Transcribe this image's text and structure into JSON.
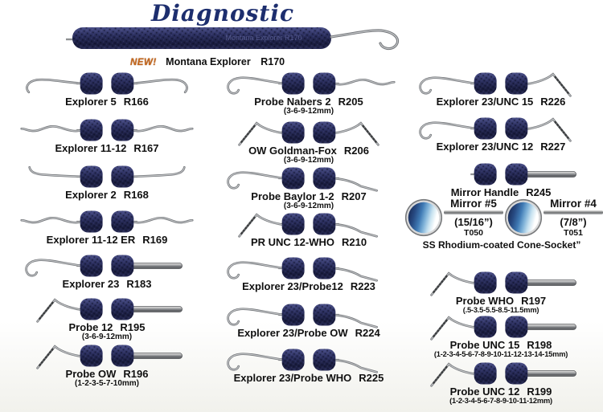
{
  "page": {
    "title": "Diagnostic"
  },
  "colors": {
    "handle_navy": "#2b2f5e",
    "steel": "#8f9193",
    "label_text": "#101010",
    "new_badge_orange": "#c4671d",
    "title_navy": "#1d2e6e",
    "mirror_blue": "#3f7ab4"
  },
  "featured": {
    "badge": "NEW!",
    "name": "Montana Explorer",
    "sku": "R170",
    "engraving": "Montana Explorer  R170"
  },
  "columns": {
    "left": [
      {
        "name": "Explorer 5",
        "sku": "R166",
        "left_tip": "hook",
        "right_tip": "hook"
      },
      {
        "name": "Explorer 11-12",
        "sku": "R167",
        "left_tip": "scurve",
        "right_tip": "scurve"
      },
      {
        "name": "Explorer 2",
        "sku": "R168",
        "left_tip": "smallhook",
        "right_tip": "smallhook"
      },
      {
        "name": "Explorer 11-12 ER",
        "sku": "R169",
        "left_tip": "scurve",
        "right_tip": "scurve"
      },
      {
        "name": "Explorer 23",
        "sku": "R183",
        "left_tip": "shepherd",
        "right_tip": "rod"
      },
      {
        "name": "Probe 12",
        "sku": "R195",
        "measure": "(3-6-9-12mm)",
        "left_tip": "probe",
        "right_tip": "rod"
      },
      {
        "name": "Probe OW",
        "sku": "R196",
        "measure": "(1-2-3-5-7-10mm)",
        "left_tip": "probe",
        "right_tip": "rod"
      }
    ],
    "middle": [
      {
        "name": "Probe Nabers 2",
        "sku": "R205",
        "measure": "(3-6-9-12mm)",
        "left_tip": "shepherd",
        "right_tip": "scurve"
      },
      {
        "name": "OW Goldman-Fox",
        "sku": "R206",
        "measure": "(3-6-9-12mm)",
        "left_tip": "probe",
        "right_tip": "probe"
      },
      {
        "name": "Probe Baylor 1-2",
        "sku": "R207",
        "measure": "(3-6-9-12mm)",
        "left_tip": "shepherd",
        "right_tip": "bent"
      },
      {
        "name": "PR UNC 12-WHO",
        "sku": "R210",
        "left_tip": "probe",
        "right_tip": "bent"
      },
      {
        "name": "Explorer 23/Probe12",
        "sku": "R223",
        "left_tip": "shepherd",
        "right_tip": "bent"
      },
      {
        "name": "Explorer 23/Probe OW",
        "sku": "R224",
        "left_tip": "shepherd",
        "right_tip": "bent"
      },
      {
        "name": "Explorer 23/Probe WHO",
        "sku": "R225",
        "left_tip": "shepherd",
        "right_tip": "bent"
      }
    ],
    "right": [
      {
        "name": "Explorer 23/UNC 15",
        "sku": "R226",
        "left_tip": "shepherd",
        "right_tip": "probe"
      },
      {
        "name": "Explorer 23/UNC 12",
        "sku": "R227",
        "left_tip": "shepherd",
        "right_tip": "probe"
      },
      {
        "name": "Mirror Handle",
        "sku": "R245",
        "left_tip": "none",
        "right_tip": "rod"
      },
      {
        "name": "Probe WHO",
        "sku": "R197",
        "measure": "(.5-3.5-5.5-8.5-11.5mm)",
        "left_tip": "probe",
        "right_tip": "rod"
      },
      {
        "name": "Probe UNC 15",
        "sku": "R198",
        "measure": "(1-2-3-4-5-6-7-8-9-10-11-12-13-14-15mm)",
        "left_tip": "probe",
        "right_tip": "rod"
      },
      {
        "name": "Probe UNC 12",
        "sku": "R199",
        "measure": "(1-2-3-4-5-6-7-8-9-10-11-12mm)",
        "left_tip": "probe",
        "right_tip": "rod"
      }
    ]
  },
  "mirrors": {
    "items": [
      {
        "name": "Mirror #5",
        "size": "(15/16”)",
        "sku": "T050"
      },
      {
        "name": "Mirror #4",
        "size": "(7/8”)",
        "sku": "T051"
      }
    ],
    "caption": "SS Rhodium-coated Cone-Socket”"
  }
}
